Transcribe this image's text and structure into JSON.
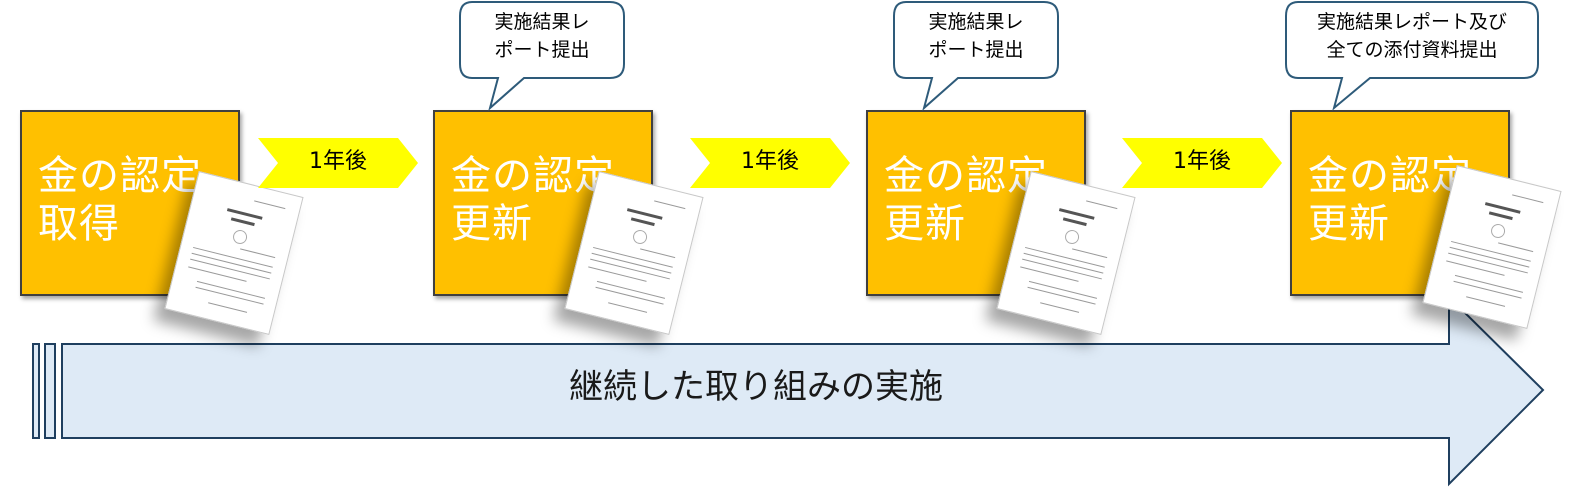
{
  "steps": [
    {
      "label": "金の認定\n取得"
    },
    {
      "label": "金の認定\n更新"
    },
    {
      "label": "金の認定\n更新"
    },
    {
      "label": "金の認定\n更新"
    }
  ],
  "interval_arrows": [
    {
      "label": "1年後"
    },
    {
      "label": "1年後"
    },
    {
      "label": "1年後"
    }
  ],
  "callouts": [
    {
      "text": "実施結果レ\nポート提出"
    },
    {
      "text": "実施結果レ\nポート提出"
    },
    {
      "text": "実施結果レポート及び\n全ての添付資料提出"
    }
  ],
  "continuous_band": {
    "label": "継続した取り組みの実施"
  },
  "colors": {
    "box_fill": "#FFC000",
    "arrow_fill": "#FFFF00",
    "band_fill": "#DEEAF6",
    "band_stroke": "#1F3F5F",
    "callout_stroke": "#2E5B7A"
  },
  "icons": [
    "certificate-document-icon"
  ]
}
